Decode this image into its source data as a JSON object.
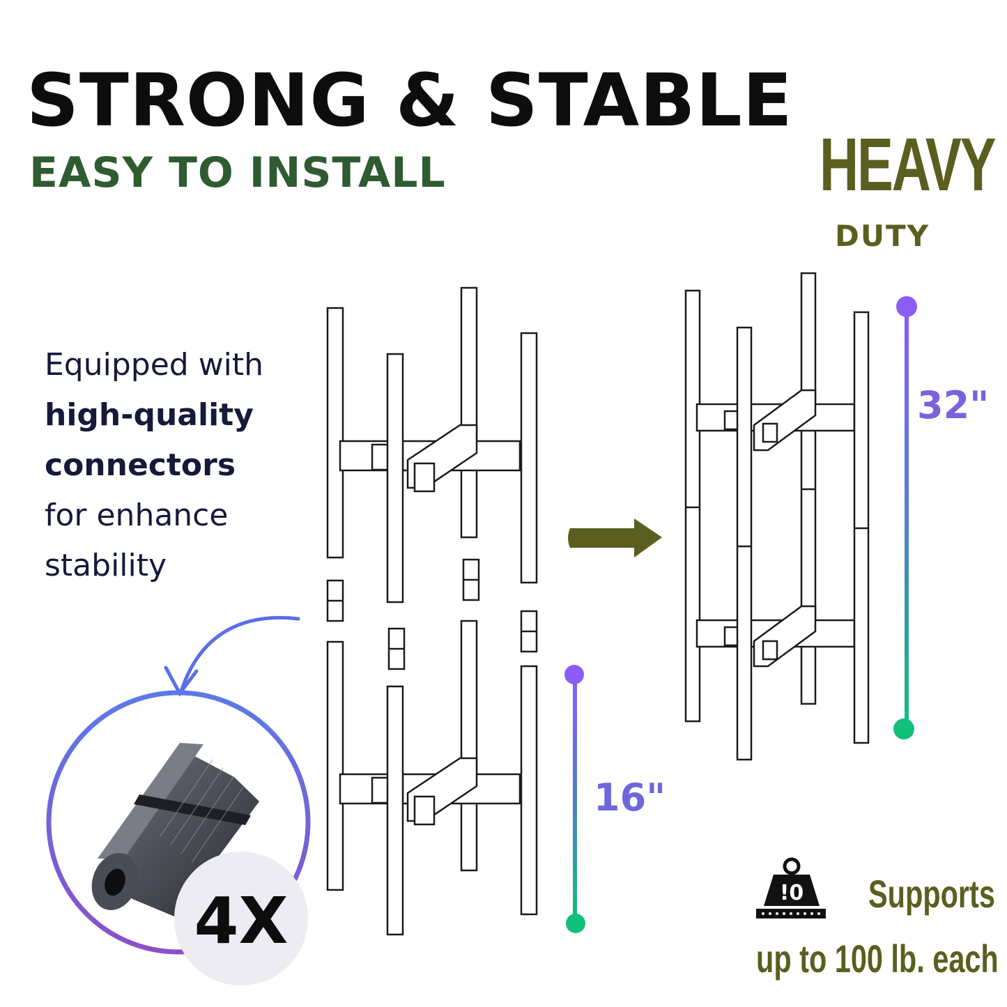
{
  "headline": {
    "title": "STRONG & STABLE",
    "subtitle": "EASY TO INSTALL"
  },
  "badge": {
    "line1": "HEAVY",
    "line2": "DUTY"
  },
  "description": {
    "line1": "Equipped with",
    "line2": "high-quality",
    "line3": "connectors",
    "line4": "for enhance",
    "line5": "stability"
  },
  "connector": {
    "count_label": "4X"
  },
  "measurements": {
    "tall": "32\"",
    "short": "16\""
  },
  "support": {
    "line1": "Supports",
    "line2": "up to 100 lb. each",
    "weight_icon_text": "!0"
  },
  "colors": {
    "title": "#0d0d0d",
    "subtitle": "#2f5b31",
    "olive": "#5a5f1f",
    "navy": "#17193a",
    "purple": "#8b5cf6",
    "green": "#10b981",
    "blue": "#5a6ee6"
  },
  "icons": [
    "curved-arrow-icon",
    "right-arrow-icon",
    "weight-icon",
    "measurement-line-icon"
  ]
}
